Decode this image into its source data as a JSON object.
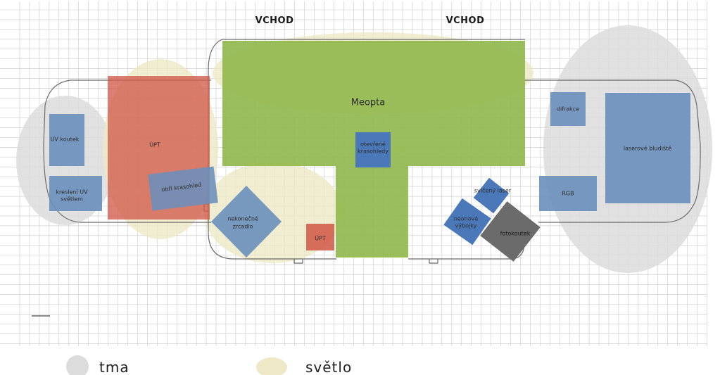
{
  "entrances": [
    {
      "label": "VCHOD"
    },
    {
      "label": "VCHOD"
    }
  ],
  "stations": {
    "meopta": "Meopta",
    "otevrene_1": "otevřené",
    "otevrene_2": "krasohledy",
    "uv_koutek": "UV koutek",
    "kresleni_1": "kreslení UV",
    "kresleni_2": "světlem",
    "upt_big": "ÚPT",
    "obri": "obří krasohled",
    "nekonecne_1": "nekonečné",
    "nekonecne_2": "zrcadlo",
    "upt_small": "ÚPT",
    "sviceny": "svíčený laser",
    "neonove_1": "neonové",
    "neonove_2": "výbojky",
    "fotokoutek": "fotokoutek",
    "difrakce": "difrakce",
    "rgb": "RGB",
    "laserove": "laserové bludiště"
  },
  "legend": {
    "dark": "tma",
    "light": "světlo"
  },
  "colors": {
    "grid": "#c8c8c8",
    "dark_zone": "#dcdcdc",
    "light_zone": "#eee8c6",
    "green": "#93b84f",
    "blue": "#6a8fbb",
    "blue_strong": "#4a78b8",
    "red": "#d15b4a",
    "gray_box": "#6b6b6b"
  }
}
